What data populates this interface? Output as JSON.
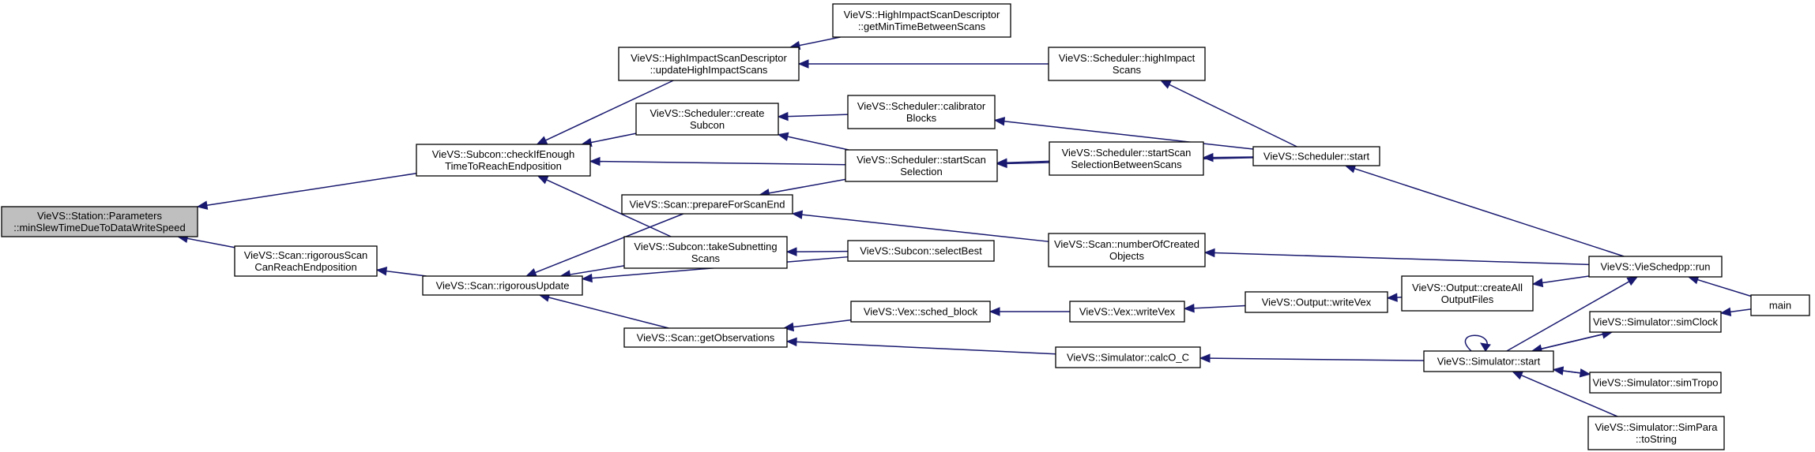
{
  "diagram": {
    "type": "call-graph",
    "colors": {
      "edge": "#191970",
      "root_fill": "#bfbfbf",
      "node_fill": "#ffffff",
      "border": "#000000"
    },
    "nodes": [
      {
        "id": "n0",
        "lines": [
          "VieVS::Station::Parameters",
          "::minSlewTimeDueToDataWriteSpeed"
        ],
        "root": true
      },
      {
        "id": "n1",
        "lines": [
          "VieVS::Subcon::checkIfEnough",
          "TimeToReachEndposition"
        ]
      },
      {
        "id": "n2",
        "lines": [
          "VieVS::Scan::rigorousScan",
          "CanReachEndposition"
        ]
      },
      {
        "id": "n3",
        "lines": [
          "VieVS::HighImpactScanDescriptor",
          "::updateHighImpactScans"
        ]
      },
      {
        "id": "n4",
        "lines": [
          "VieVS::Scheduler::create",
          "Subcon"
        ]
      },
      {
        "id": "n5",
        "lines": [
          "VieVS::Scan::prepareForScanEnd"
        ]
      },
      {
        "id": "n6",
        "lines": [
          "VieVS::Subcon::takeSubnetting",
          "Scans"
        ]
      },
      {
        "id": "n7",
        "lines": [
          "VieVS::Scan::rigorousUpdate"
        ]
      },
      {
        "id": "n8",
        "lines": [
          "VieVS::Scan::getObservations"
        ]
      },
      {
        "id": "n9",
        "lines": [
          "VieVS::HighImpactScanDescriptor",
          "::getMinTimeBetweenScans"
        ]
      },
      {
        "id": "n10",
        "lines": [
          "VieVS::Scheduler::calibrator",
          "Blocks"
        ]
      },
      {
        "id": "n11",
        "lines": [
          "VieVS::Scheduler::startScan",
          "Selection"
        ]
      },
      {
        "id": "n12",
        "lines": [
          "VieVS::Subcon::selectBest"
        ]
      },
      {
        "id": "n13",
        "lines": [
          "VieVS::Vex::sched_block"
        ]
      },
      {
        "id": "n14",
        "lines": [
          "VieVS::Scheduler::highImpact",
          "Scans"
        ]
      },
      {
        "id": "n15",
        "lines": [
          "VieVS::Scheduler::startScan",
          "SelectionBetweenScans"
        ]
      },
      {
        "id": "n16",
        "lines": [
          "VieVS::Scan::numberOfCreated",
          "Objects"
        ]
      },
      {
        "id": "n17",
        "lines": [
          "VieVS::Vex::writeVex"
        ]
      },
      {
        "id": "n18",
        "lines": [
          "VieVS::Simulator::calcO_C"
        ]
      },
      {
        "id": "n19",
        "lines": [
          "VieVS::Scheduler::start"
        ]
      },
      {
        "id": "n20",
        "lines": [
          "VieVS::Output::writeVex"
        ]
      },
      {
        "id": "n21",
        "lines": [
          "VieVS::Output::createAll",
          "OutputFiles"
        ]
      },
      {
        "id": "n22",
        "lines": [
          "VieVS::Simulator::start"
        ]
      },
      {
        "id": "n23",
        "lines": [
          "VieVS::VieSchedpp::run"
        ]
      },
      {
        "id": "n24",
        "lines": [
          "VieVS::Simulator::simClock"
        ]
      },
      {
        "id": "n25",
        "lines": [
          "VieVS::Simulator::simTropo"
        ]
      },
      {
        "id": "n26",
        "lines": [
          "VieVS::Simulator::SimPara",
          "::toString"
        ]
      },
      {
        "id": "n27",
        "lines": [
          "main"
        ]
      }
    ],
    "edges": [
      [
        "n1",
        "n0"
      ],
      [
        "n2",
        "n0"
      ],
      [
        "n3",
        "n1"
      ],
      [
        "n4",
        "n1"
      ],
      [
        "n11",
        "n1"
      ],
      [
        "n6",
        "n1"
      ],
      [
        "n7",
        "n2"
      ],
      [
        "n5",
        "n7"
      ],
      [
        "n6",
        "n7"
      ],
      [
        "n12",
        "n7"
      ],
      [
        "n8",
        "n7"
      ],
      [
        "n9",
        "n3"
      ],
      [
        "n14",
        "n3"
      ],
      [
        "n10",
        "n4"
      ],
      [
        "n11",
        "n4"
      ],
      [
        "n11",
        "n5"
      ],
      [
        "n16",
        "n5"
      ],
      [
        "n12",
        "n6"
      ],
      [
        "n13",
        "n8"
      ],
      [
        "n18",
        "n8"
      ],
      [
        "n19",
        "n10"
      ],
      [
        "n15",
        "n11"
      ],
      [
        "n19",
        "n11"
      ],
      [
        "n19",
        "n14"
      ],
      [
        "n19",
        "n15"
      ],
      [
        "n23",
        "n16"
      ],
      [
        "n17",
        "n13"
      ],
      [
        "n20",
        "n17"
      ],
      [
        "n22",
        "n18"
      ],
      [
        "n23",
        "n19"
      ],
      [
        "n21",
        "n20"
      ],
      [
        "n23",
        "n21"
      ],
      [
        "n22",
        "n22"
      ],
      [
        "n24",
        "n22"
      ],
      [
        "n25",
        "n22"
      ],
      [
        "n26",
        "n22"
      ],
      [
        "n22",
        "n23"
      ],
      [
        "n27",
        "n23"
      ],
      [
        "n22",
        "n24"
      ],
      [
        "n27",
        "n24"
      ],
      [
        "n22",
        "n25"
      ]
    ]
  }
}
